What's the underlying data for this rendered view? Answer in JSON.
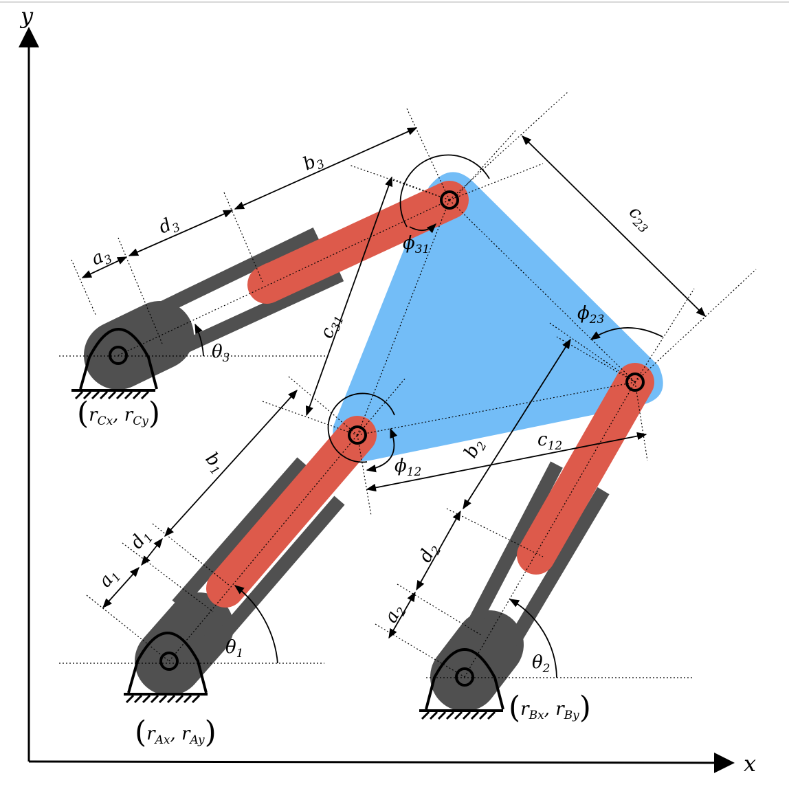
{
  "axes": {
    "x_label": "x",
    "y_label": "y"
  },
  "labels": {
    "a1": "a",
    "a1_sub": "1",
    "a2": "a",
    "a2_sub": "2",
    "a3": "a",
    "a3_sub": "3",
    "b1": "b",
    "b1_sub": "1",
    "b2": "b",
    "b2_sub": "2",
    "b3": "b",
    "b3_sub": "3",
    "d1": "d",
    "d1_sub": "1",
    "d2": "d",
    "d2_sub": "2",
    "d3": "d",
    "d3_sub": "3",
    "c12": "c",
    "c12_sub": "12",
    "c23": "c",
    "c23_sub": "23",
    "c31": "c",
    "c31_sub": "31",
    "theta1": "θ",
    "theta1_sub": "1",
    "theta2": "θ",
    "theta2_sub": "2",
    "theta3": "θ",
    "theta3_sub": "3",
    "phi12": "ϕ",
    "phi12_sub": "12",
    "phi23": "ϕ",
    "phi23_sub": "23",
    "phi31": "ϕ",
    "phi31_sub": "31"
  },
  "base_points": {
    "A": {
      "open": "(",
      "rx": "r",
      "rx_sub": "Ax",
      "sep": ", ",
      "ry": "r",
      "ry_sub": "Ay",
      "close": ")"
    },
    "B": {
      "open": "(",
      "rx": "r",
      "rx_sub": "Bx",
      "sep": ", ",
      "ry": "r",
      "ry_sub": "By",
      "close": ")"
    },
    "C": {
      "open": "(",
      "rx": "r",
      "rx_sub": "Cx",
      "sep": ", ",
      "ry": "r",
      "ry_sub": "Cy",
      "close": ")"
    }
  },
  "colors": {
    "platform": "#73bdf7",
    "piston": "#dd5a4b",
    "cylinder": "#505050",
    "line": "#000000"
  }
}
